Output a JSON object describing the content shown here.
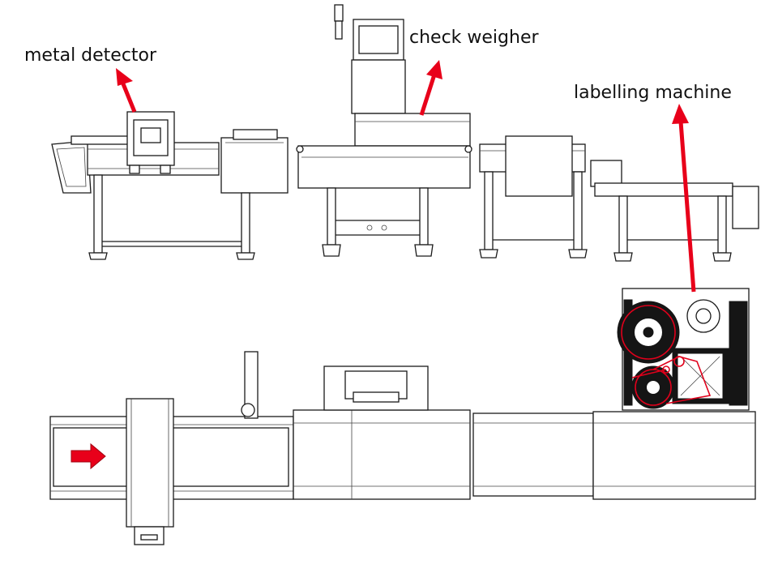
{
  "labels": {
    "metal_detector": "metal detector",
    "check_weigher": "check weigher",
    "labelling_machine": "labelling machine"
  },
  "colors": {
    "annotation_arrow": "#e8001a",
    "line_art": "#1a1a1a",
    "background": "#ffffff"
  },
  "icons": {
    "flow_direction": "right-arrow-icon"
  }
}
